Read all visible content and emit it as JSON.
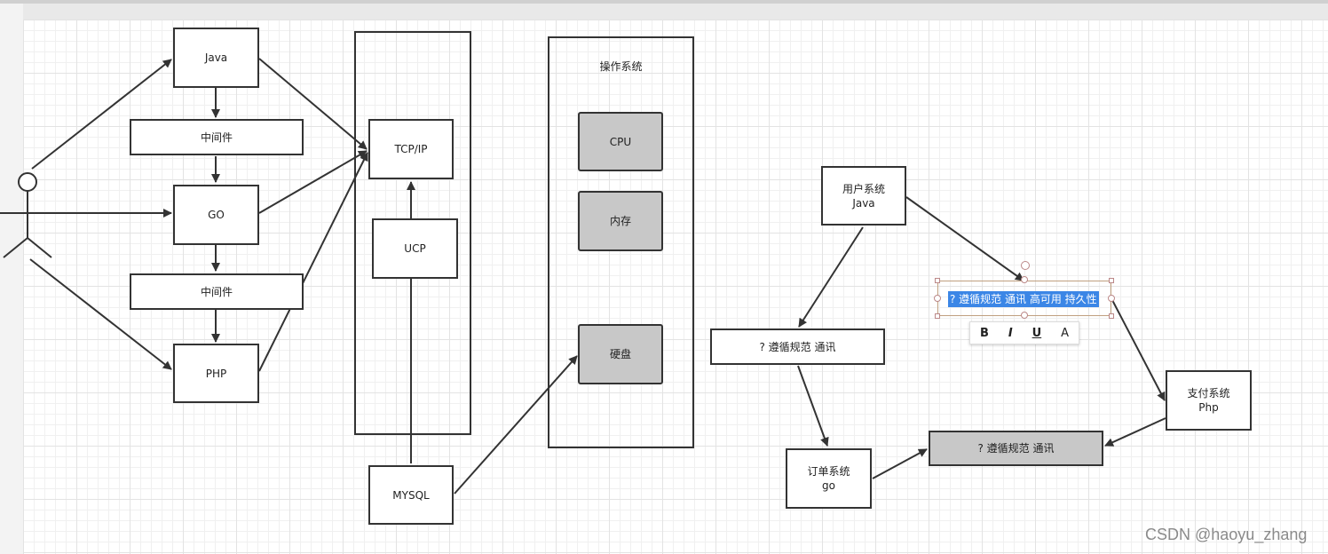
{
  "nodes": {
    "java": "Java",
    "mw1": "中间件",
    "go": "GO",
    "mw2": "中间件",
    "php": "PHP",
    "tcpip": "TCP/IP",
    "ucp": "UCP",
    "mysql": "MYSQL",
    "os": "操作系统",
    "cpu": "CPU",
    "mem": "内存",
    "disk": "硬盘",
    "user_sys": "用户系统\nJava",
    "comm_left": "? 遵循规范 通讯",
    "order_sys": "订单系统\ngo",
    "pay_sys": "支付系统\nPhp",
    "comm_bottom": "? 遵循规范 通讯",
    "comm_selected": "? 遵循规范 通讯 高可用 持久性"
  },
  "toolbar": {
    "bold": "B",
    "italic": "I",
    "underline": "U",
    "font": "A"
  },
  "watermark": "CSDN @haoyu_zhang",
  "colors": {
    "stroke": "#333333",
    "gray_fill": "#c8c8c8",
    "selection": "#3b86e6"
  }
}
